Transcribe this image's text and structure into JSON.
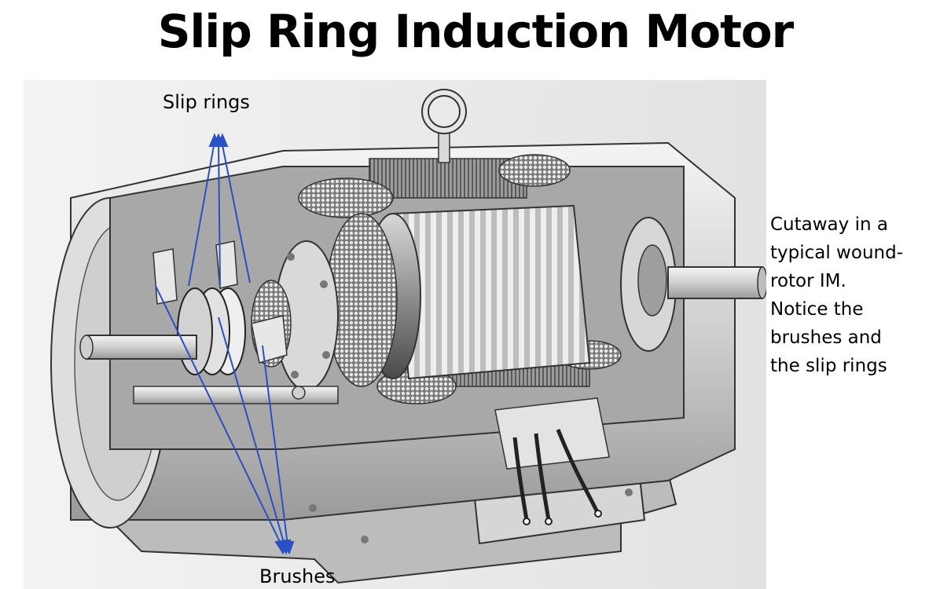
{
  "title": "Slip Ring Induction Motor",
  "labels": {
    "slip_rings": "Slip rings",
    "brushes": "Brushes"
  },
  "caption": [
    "Cutaway in a",
    "typical wound-",
    "rotor IM.",
    "Notice the",
    "brushes and",
    "the slip rings"
  ],
  "colors": {
    "arrow": "#2b4fc4",
    "background": "#ffffff",
    "figure_paper": "#e9e9e9"
  }
}
